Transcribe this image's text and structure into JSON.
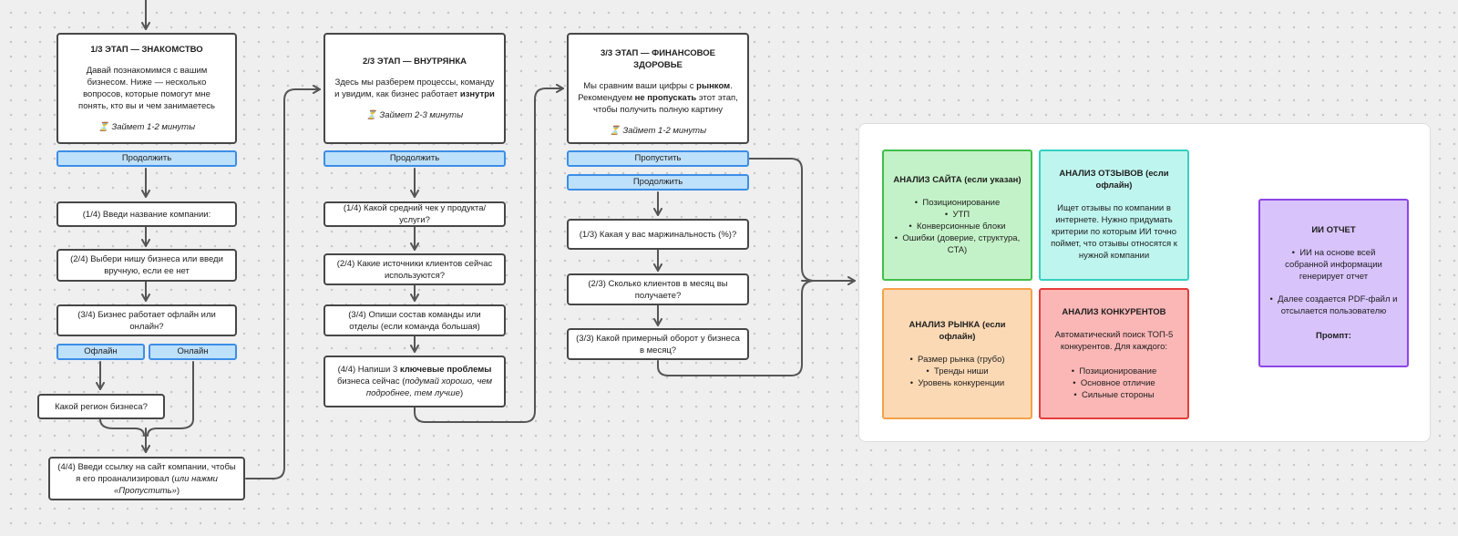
{
  "stage1": {
    "title": "1/3 ЭТАП — ЗНАКОМСТВО",
    "text": "Давай познакомимся с вашим бизнесом. Ниже — несколько вопросов, которые помогут мне понять, кто вы и чем занимаетесь",
    "time": "⏳ Займет 1-2 минуты",
    "continue_label": "Продолжить",
    "q1": "(1/4) Введи название компании:",
    "q2": "(2/4) Выбери нишу бизнеса или введи вручную, если ее нет",
    "q3": "(3/4) Бизнес работает офлайн или онлайн?",
    "offline_label": "Офлайн",
    "online_label": "Онлайн",
    "region": "Какой регион бизнеса?",
    "q4_main": "(4/4) Введи ссылку на сайт компании, чтобы я его проанализировал (",
    "q4_italic": "или нажми «Пропустить»",
    "q4_end": ")"
  },
  "stage2": {
    "title": "2/3 ЭТАП — ВНУТРЯНКА",
    "text_main": "Здесь мы разберем процессы, команду и увидим, как бизнес работает ",
    "text_bold": "изнутри",
    "time": "⏳ Займет 2-3 минуты",
    "continue_label": "Продолжить",
    "q1": "(1/4) Какой средний чек у продукта/услуги?",
    "q2": "(2/4) Какие источники клиентов сейчас используются?",
    "q3": "(3/4) Опиши состав команды или отделы (если команда большая)",
    "q4_a": "(4/4) Напиши 3 ",
    "q4_bold": "ключевые проблемы",
    "q4_b": " бизнеса сейчас (",
    "q4_italic": "подумай хорошо, чем подробнее, тем лучше",
    "q4_c": ")"
  },
  "stage3": {
    "title": "3/3 ЭТАП — ФИНАНСОВОЕ ЗДОРОВЬЕ",
    "t1": "Мы сравним ваши цифры с ",
    "t1_bold": "рынком",
    "t2": ". Рекомендуем ",
    "t2_bold": "не пропускать",
    "t3": " этот этап, чтобы получить полную картину",
    "time": "⏳ Займет 1-2 минуты",
    "skip_label": "Пропустить",
    "continue_label": "Продолжить",
    "q1": "(1/3) Какая у вас маржинальность (%)?",
    "q2": "(2/3) Сколько клиентов в месяц вы получаете?",
    "q3": "(3/3) Какой примерный оборот у бизнеса в месяц?"
  },
  "analysis": {
    "site": {
      "title": "АНАЛИЗ САЙТА (если указан)",
      "items": [
        "Позиционирование",
        "УТП",
        "Конверсионные блоки",
        "Ошибки (доверие, структура, CTA)"
      ]
    },
    "reviews": {
      "title": "АНАЛИЗ ОТЗЫВОВ (если офлайн)",
      "text": "Ищет отзывы по компании в интернете. Нужно придумать критерии по которым ИИ точно поймет, что отзывы относятся к нужной компании"
    },
    "market": {
      "title": "АНАЛИЗ РЫНКА (если офлайн)",
      "items": [
        "Размер рынка (грубо)",
        "Тренды ниши",
        "Уровень конкуренции"
      ]
    },
    "competitors": {
      "title": "АНАЛИЗ КОНКУРЕНТОВ",
      "text": "Автоматический поиск ТОП-5 конкурентов. Для каждого:",
      "items": [
        "Позиционирование",
        "Основное отличие",
        "Сильные стороны"
      ]
    }
  },
  "report": {
    "title": "ИИ ОТЧЕТ",
    "item1": "ИИ на основе всей собранной информации генерирует отчет",
    "item2": "Далее создается PDF-файл и отсылается пользователю",
    "prompt": "Промпт:"
  },
  "colors": {
    "site": {
      "bg": "#c4f2c8",
      "border": "#40bf4a"
    },
    "reviews": {
      "bg": "#bff5ef",
      "border": "#33d1c0"
    },
    "market": {
      "bg": "#fbd9b4",
      "border": "#f5a14a"
    },
    "competitors": {
      "bg": "#fbb7b6",
      "border": "#e63c3a"
    },
    "report": {
      "bg": "#d8c3fb",
      "border": "#8c46e6"
    },
    "button": {
      "bg": "#bde0fb",
      "border": "#3c8ee6"
    }
  }
}
